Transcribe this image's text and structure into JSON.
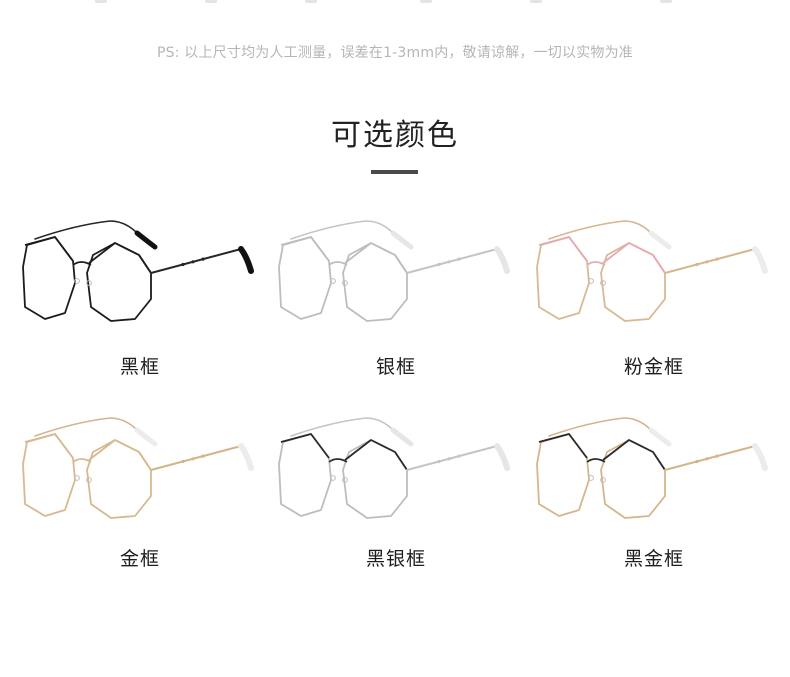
{
  "note": "PS: 以上尺寸均为人工测量，误差在1-3mm内，敬请谅解，一切以实物为准",
  "heading": "可选颜色",
  "variants": [
    {
      "label": "黑框",
      "lens_line": "#1c1c1c",
      "bridge_line": "#1c1c1c",
      "temple": "#262626",
      "tip": "#111111"
    },
    {
      "label": "银框",
      "lens_line": "#bdbdbd",
      "bridge_line": "#bdbdbd",
      "temple": "#c4c4c4",
      "tip": "#e6e6e6"
    },
    {
      "label": "粉金框",
      "lens_line": "#d9b893",
      "bridge_line": "#e7a9b1",
      "temple": "#d6b68e",
      "tip": "#ececec"
    },
    {
      "label": "金框",
      "lens_line": "#d7b98f",
      "bridge_line": "#d7b98f",
      "temple": "#d4b489",
      "tip": "#ececec"
    },
    {
      "label": "黑银框",
      "lens_line": "#bdbdbd",
      "bridge_line": "#2a2a2a",
      "temple": "#c4c4c4",
      "tip": "#e6e6e6"
    },
    {
      "label": "黑金框",
      "lens_line": "#d5b68c",
      "bridge_line": "#2a2a2a",
      "temple": "#d4b489",
      "tip": "#ececec"
    }
  ]
}
